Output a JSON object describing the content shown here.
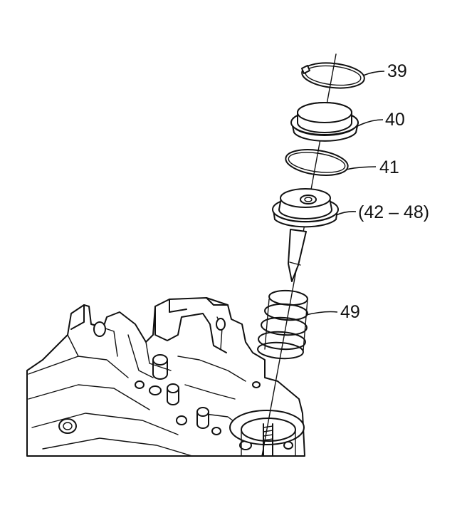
{
  "callouts": [
    {
      "id": "snap-ring",
      "text": "39"
    },
    {
      "id": "cover",
      "text": "40"
    },
    {
      "id": "seal-ring",
      "text": "41"
    },
    {
      "id": "piston-assembly",
      "text": "(42 – 48)"
    },
    {
      "id": "spring",
      "text": "49"
    }
  ]
}
